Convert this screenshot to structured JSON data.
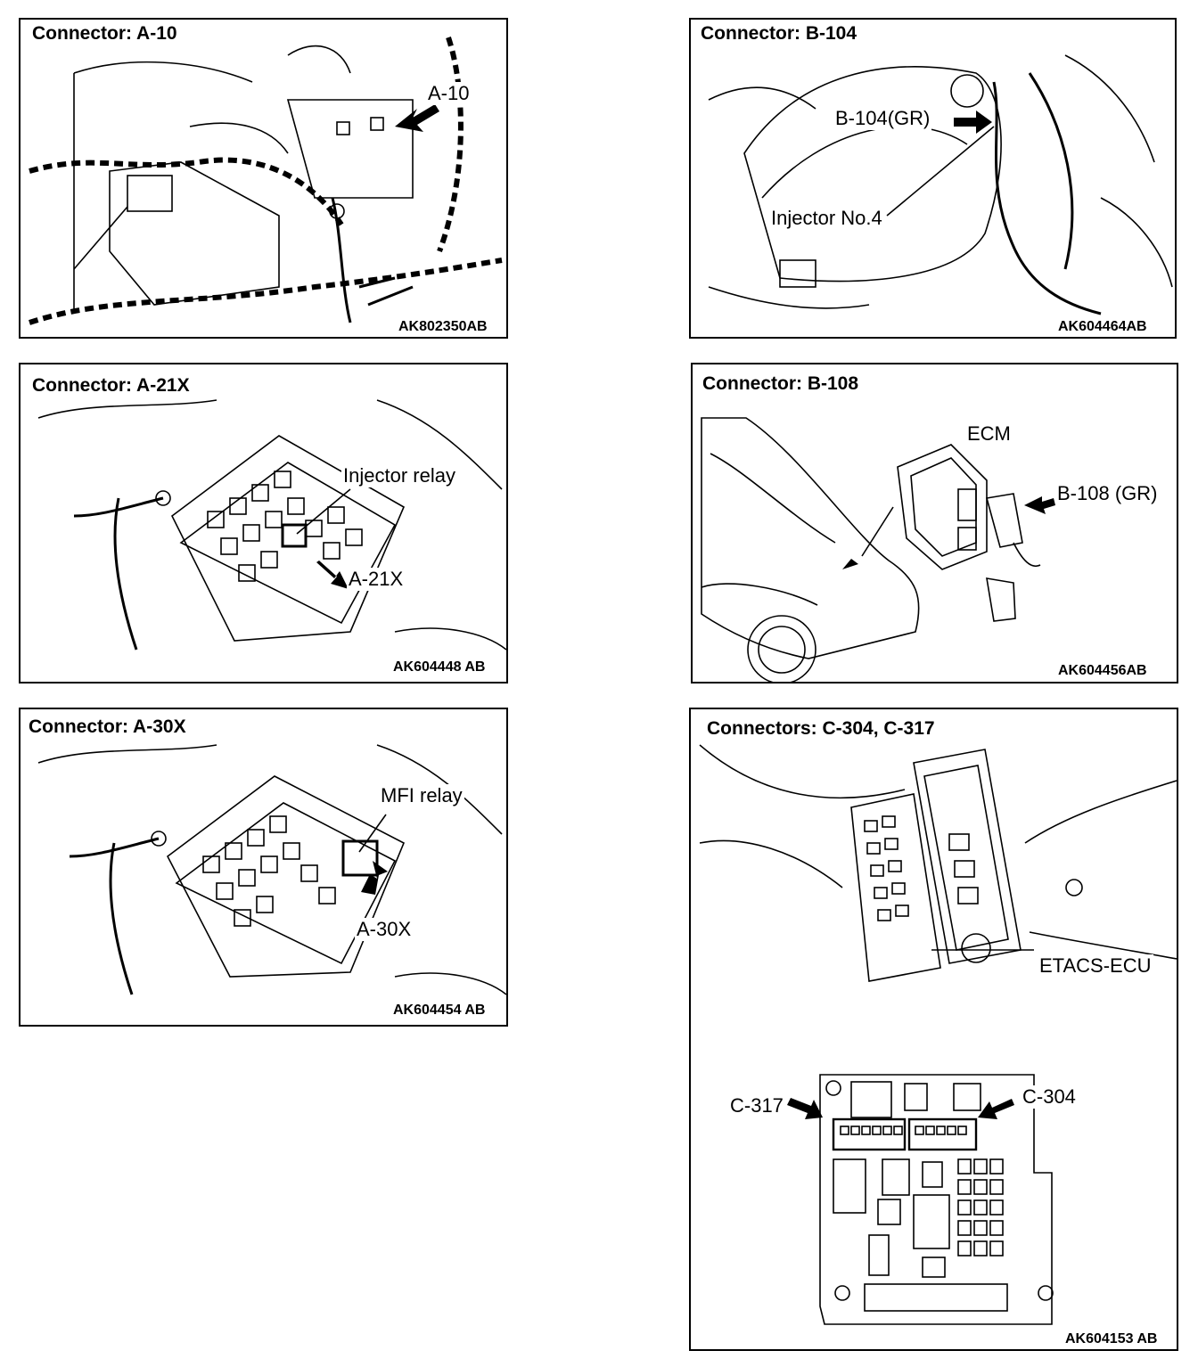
{
  "panels": [
    {
      "id": "a10",
      "title": "Connector: A-10",
      "labels": [
        "A-10"
      ],
      "code": "AK802350AB"
    },
    {
      "id": "b104",
      "title": "Connector: B-104",
      "labels": [
        "B-104(GR)",
        "Injector No.4"
      ],
      "code": "AK604464AB"
    },
    {
      "id": "a21x",
      "title": "Connector: A-21X",
      "labels": [
        "Injector relay",
        "A-21X"
      ],
      "code": "AK604448 AB"
    },
    {
      "id": "b108",
      "title": "Connector: B-108",
      "labels": [
        "ECM",
        "B-108 (GR)"
      ],
      "code": "AK604456AB"
    },
    {
      "id": "a30x",
      "title": "Connector: A-30X",
      "labels": [
        "MFI relay",
        "A-30X"
      ],
      "code": "AK604454 AB"
    },
    {
      "id": "c304",
      "title": "Connectors:  C-304, C-317",
      "labels": [
        "ETACS-ECU",
        "C-317",
        "C-304"
      ],
      "code": "AK604153 AB"
    }
  ]
}
